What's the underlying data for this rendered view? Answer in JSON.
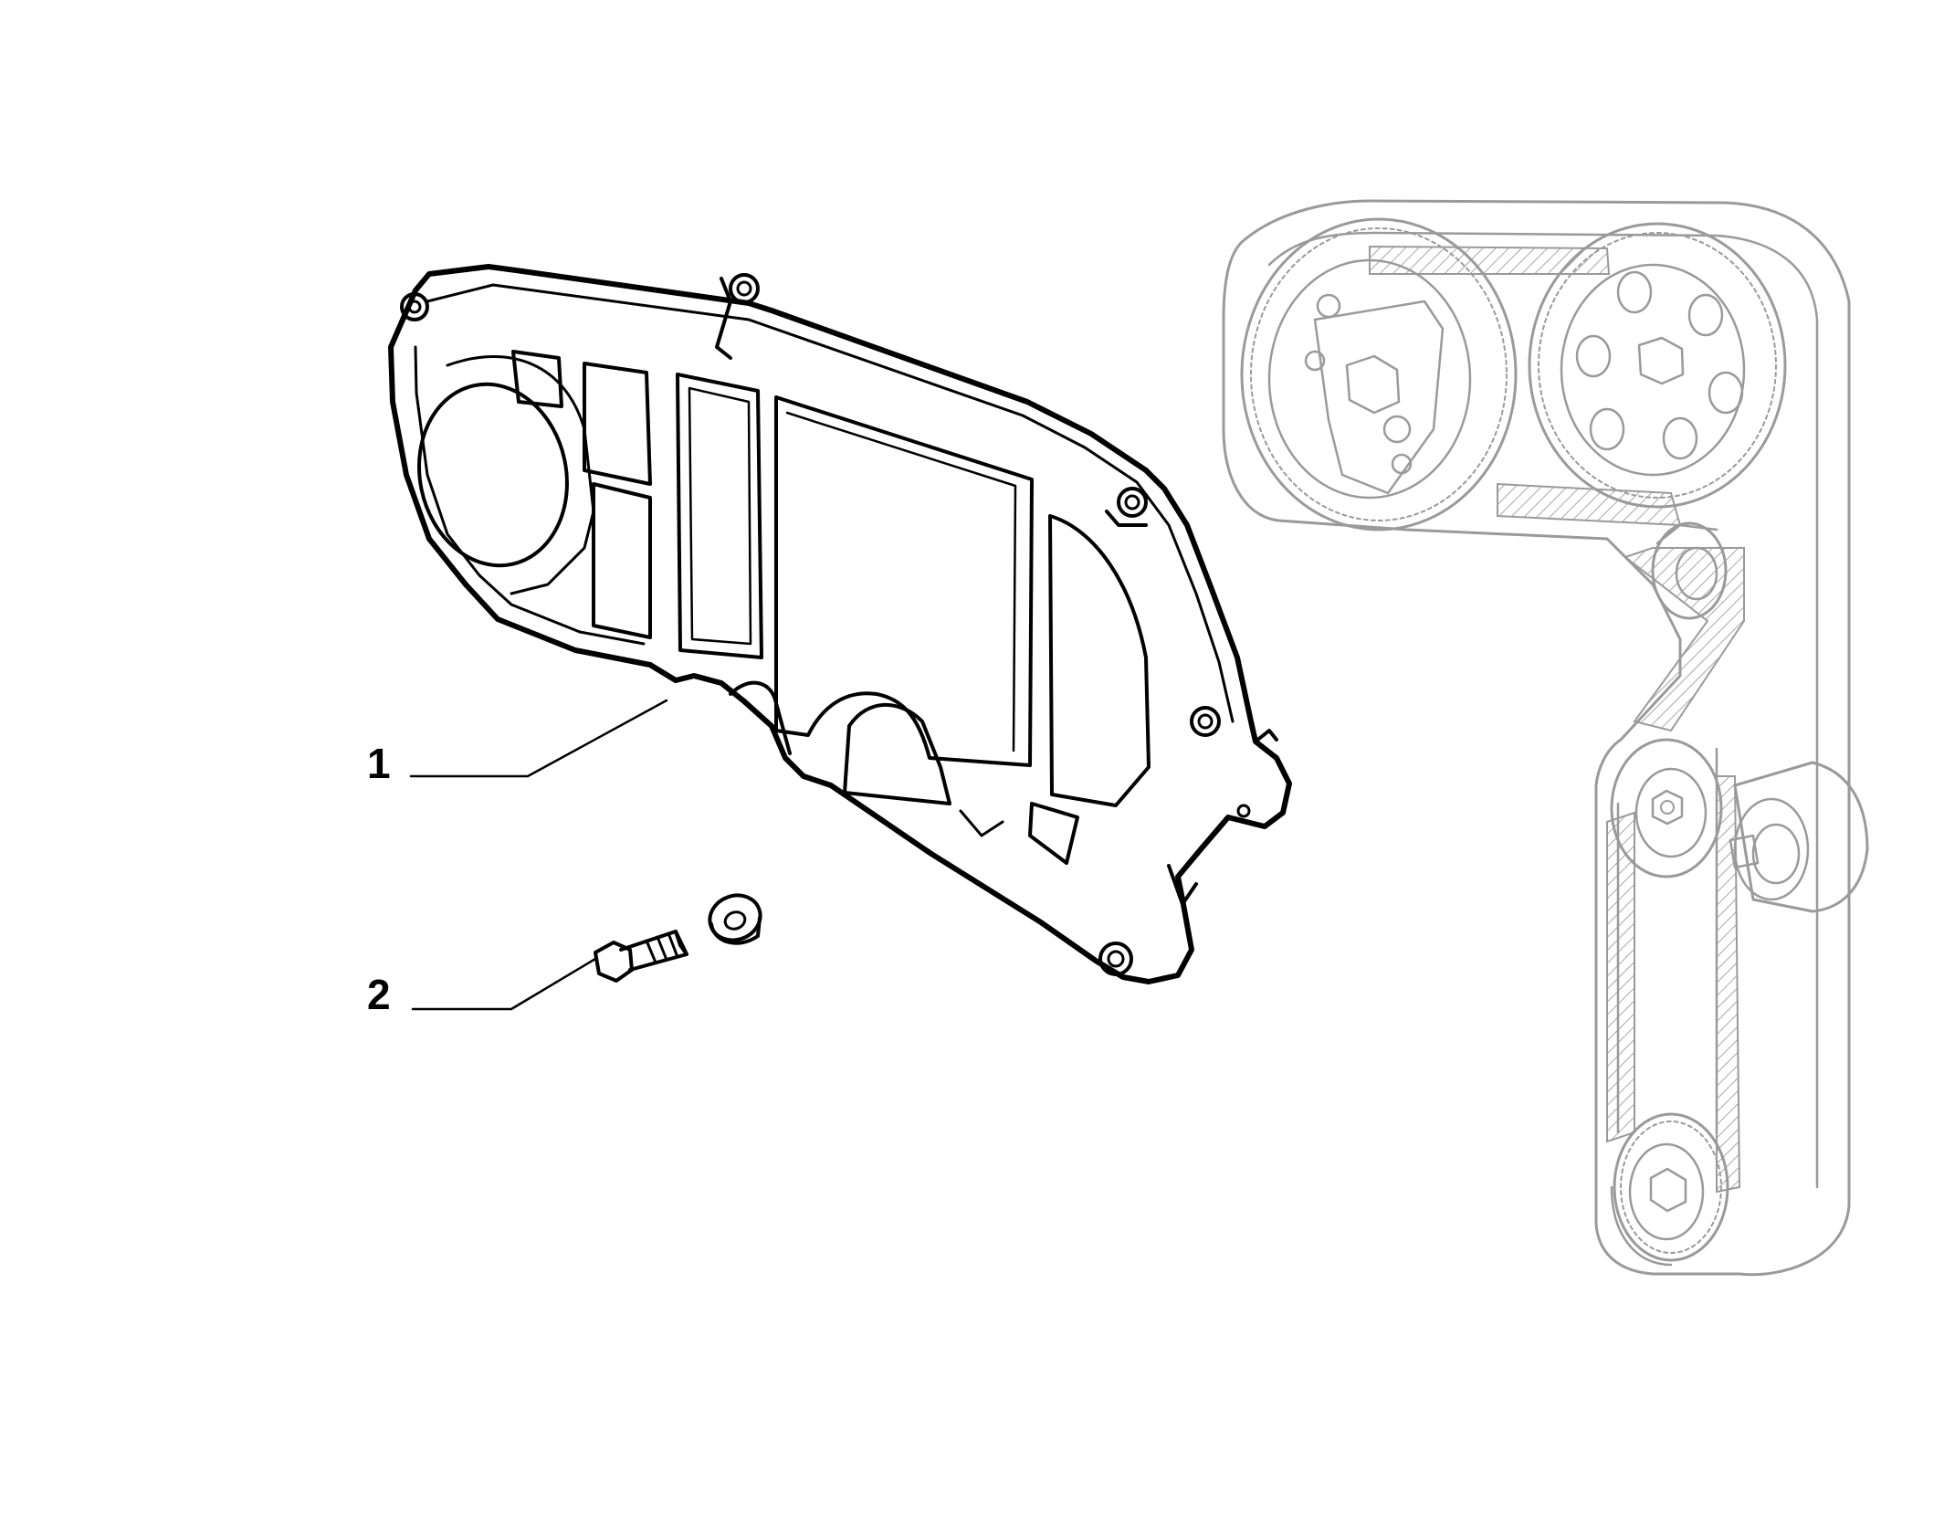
{
  "callouts": [
    {
      "number": "1",
      "part": "timing-belt-cover"
    },
    {
      "number": "2",
      "part": "bolt"
    }
  ],
  "colors": {
    "ink": "#000000",
    "reference_outline": "#9a9a9a",
    "background": "#ffffff"
  }
}
